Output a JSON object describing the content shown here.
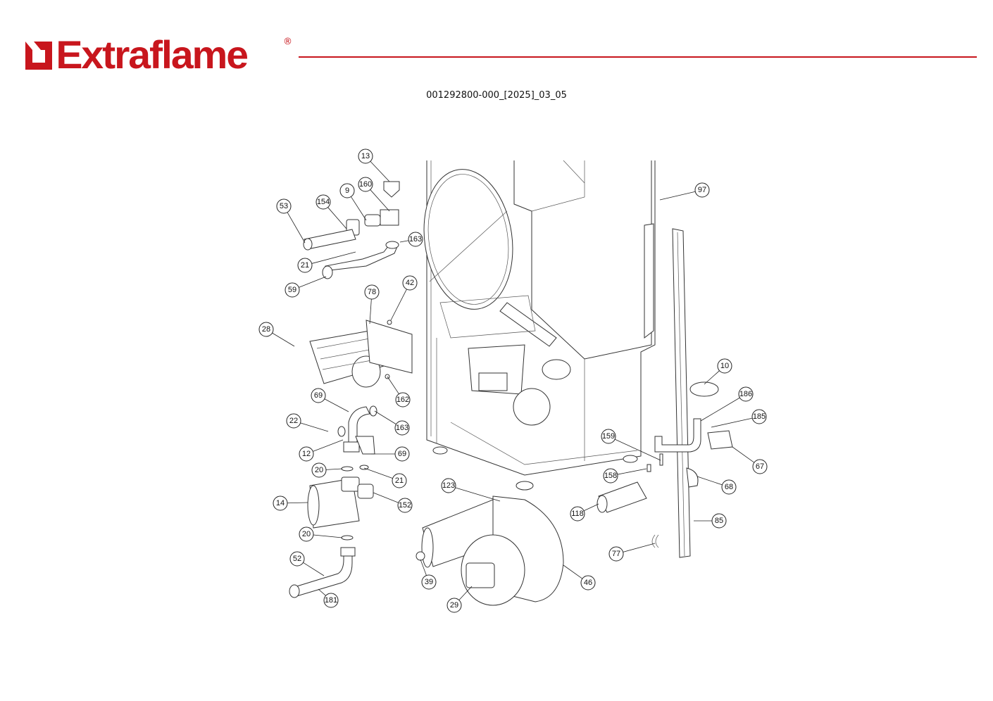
{
  "brand": {
    "name": "Extraflame",
    "registered": "®",
    "color": "#c8161d"
  },
  "document_code": "001292800-000_[2025]_03_05",
  "callouts": [
    "13",
    "160",
    "9",
    "154",
    "53",
    "163",
    "21",
    "59",
    "78",
    "42",
    "28",
    "162",
    "69",
    "163",
    "22",
    "12",
    "69",
    "20",
    "21",
    "14",
    "152",
    "20",
    "52",
    "181",
    "123",
    "39",
    "29",
    "46",
    "118",
    "159",
    "158",
    "97",
    "10",
    "186",
    "185",
    "67",
    "68",
    "85",
    "77"
  ]
}
